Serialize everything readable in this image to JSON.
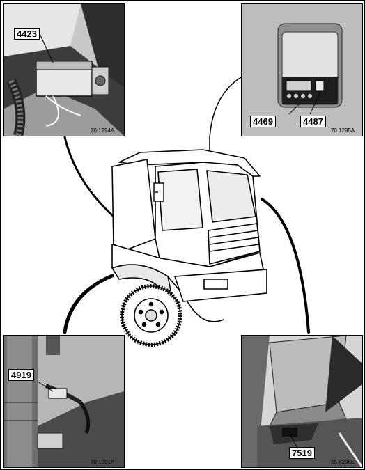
{
  "photos": {
    "top_left": {
      "callout": "4423",
      "ref": "70 1294A"
    },
    "top_right": {
      "callouts": [
        "4469",
        "4487"
      ],
      "ref": "70 1295A"
    },
    "bottom_left": {
      "callout": "4919",
      "ref": "70 1301A"
    },
    "bottom_right": {
      "callout": "7519",
      "ref": "95 0206E"
    }
  },
  "icons": [
    "heater-unit-icon",
    "control-panel-icon",
    "truck-cab-icon",
    "fuel-pump-icon",
    "seat-icon"
  ],
  "colors": {
    "line": "#000000",
    "photo_dark": "#3a3a3a",
    "photo_mid": "#9a9a9a",
    "photo_light": "#d9d9d9"
  }
}
